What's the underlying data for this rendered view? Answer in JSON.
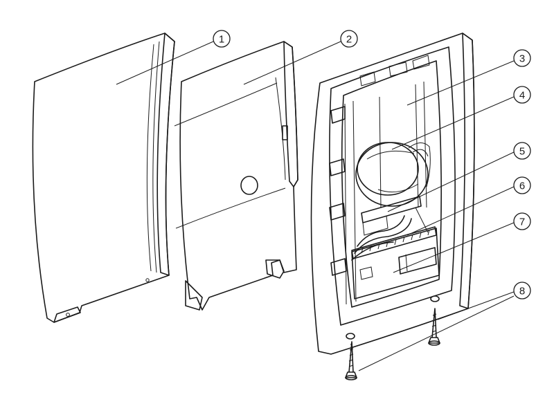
{
  "colors": {
    "line": "#1a1a1a",
    "fill_light": "#f4f4f4",
    "fill_mid": "#d9d9d9",
    "fill_dark": "#b8b8b8"
  },
  "callouts": [
    {
      "number": "1"
    },
    {
      "number": "2"
    },
    {
      "number": "3"
    },
    {
      "number": "4"
    },
    {
      "number": "5"
    },
    {
      "number": "6"
    },
    {
      "number": "7"
    },
    {
      "number": "8"
    }
  ]
}
